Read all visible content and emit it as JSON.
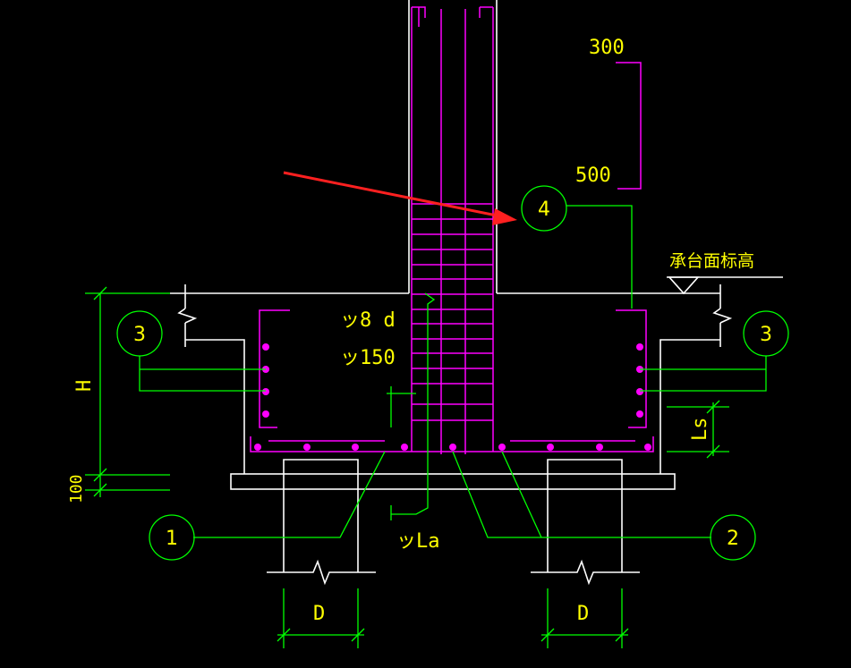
{
  "labels": {
    "dim_300": "300",
    "dim_500": "500",
    "elev_label": "承台面标高",
    "spacing_d": "ッ8 d",
    "spacing_150": "ッ150",
    "height_H": "H",
    "dim_100": "100",
    "anchor_La": "ッLa",
    "dim_Ls": "Ls",
    "dim_D_left": "D",
    "dim_D_right": "D"
  },
  "callouts": {
    "c1": "1",
    "c2": "2",
    "c3_left": "3",
    "c3_right": "3",
    "c4": "4"
  },
  "colors": {
    "background": "#000000",
    "concrete_outline": "#ffffff",
    "rebar": "#ff00ff",
    "dimension": "#00ff00",
    "text": "#ffff00",
    "pointer_arrow": "#ff2020"
  }
}
